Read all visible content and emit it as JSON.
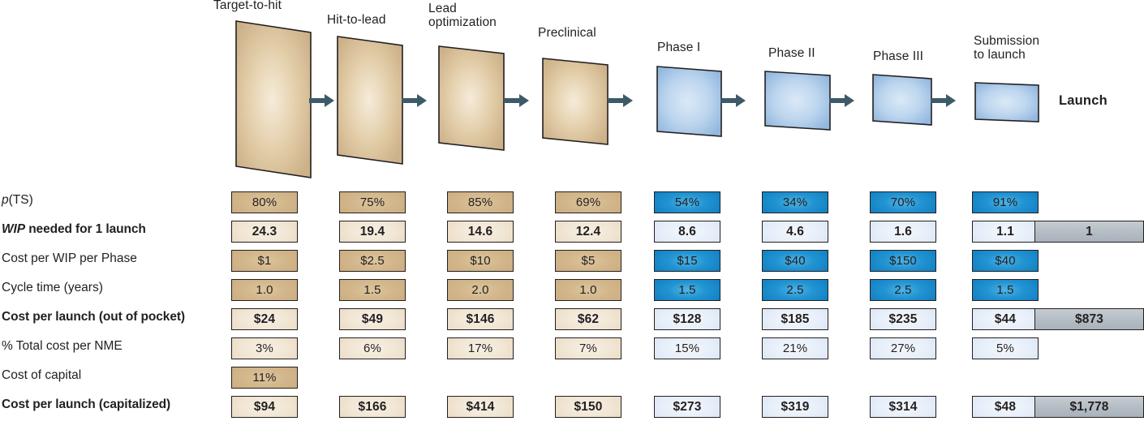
{
  "funnel": {
    "stages": [
      {
        "label": "Target-to-hit",
        "color": "tan"
      },
      {
        "label": "Hit-to-lead",
        "color": "tan"
      },
      {
        "label": "Lead\noptimization",
        "color": "tan"
      },
      {
        "label": "Preclinical",
        "color": "tan"
      },
      {
        "label": "Phase I",
        "color": "blue"
      },
      {
        "label": "Phase II",
        "color": "blue"
      },
      {
        "label": "Phase III",
        "color": "blue"
      },
      {
        "label": "Submission\nto launch",
        "color": "blue"
      }
    ],
    "launch_label": "Launch"
  },
  "colors": {
    "tan_fill": "#cdb189",
    "tan_light": "#f1e6d4",
    "blue_fill": "#a8c6e8",
    "blue_dark": "#1a8fd0",
    "blue_light": "#e6eef9",
    "grey_total": "#b7bfc6",
    "arrow": "#3d5a68",
    "outline": "#231f20"
  },
  "chart_data": {
    "type": "table",
    "title": "",
    "columns": [
      "Target-to-hit",
      "Hit-to-lead",
      "Lead optimization",
      "Preclinical",
      "Phase I",
      "Phase II",
      "Phase III",
      "Submission to launch"
    ],
    "total_column": "Launch",
    "rows": [
      {
        "label": "p(TS)",
        "bold": false,
        "style": "dark",
        "values": [
          "80%",
          "75%",
          "85%",
          "69%",
          "54%",
          "34%",
          "70%",
          "91%"
        ],
        "total": ""
      },
      {
        "label": "WIP needed for 1 launch",
        "bold": true,
        "style": "light",
        "values": [
          "24.3",
          "19.4",
          "14.6",
          "12.4",
          "8.6",
          "4.6",
          "1.6",
          "1.1"
        ],
        "total": "1"
      },
      {
        "label": "Cost per WIP per Phase",
        "bold": false,
        "style": "dark",
        "values": [
          "$1",
          "$2.5",
          "$10",
          "$5",
          "$15",
          "$40",
          "$150",
          "$40"
        ],
        "total": ""
      },
      {
        "label": "Cycle time (years)",
        "bold": false,
        "style": "dark",
        "values": [
          "1.0",
          "1.5",
          "2.0",
          "1.0",
          "1.5",
          "2.5",
          "2.5",
          "1.5"
        ],
        "total": ""
      },
      {
        "label": "Cost per launch (out of pocket)",
        "bold": true,
        "style": "light",
        "values": [
          "$24",
          "$49",
          "$146",
          "$62",
          "$128",
          "$185",
          "$235",
          "$44"
        ],
        "total": "$873"
      },
      {
        "label": "% Total cost per NME",
        "bold": false,
        "style": "light",
        "values": [
          "3%",
          "6%",
          "17%",
          "7%",
          "15%",
          "21%",
          "27%",
          "5%"
        ],
        "total": ""
      },
      {
        "label": "Cost of capital",
        "bold": false,
        "style": "dark",
        "values": [
          "11%",
          "",
          "",
          "",
          "",
          "",
          "",
          ""
        ],
        "total": ""
      },
      {
        "label": "Cost per launch (capitalized)",
        "bold": true,
        "style": "light",
        "values": [
          "$94",
          "$166",
          "$414",
          "$150",
          "$273",
          "$319",
          "$314",
          "$48"
        ],
        "total": "$1,778"
      }
    ]
  }
}
